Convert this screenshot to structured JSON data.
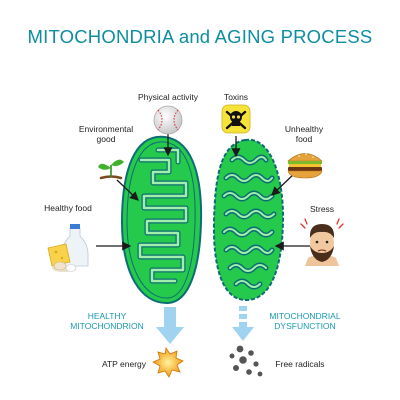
{
  "title": "MITOCHONDRIA and AGING PROCESS",
  "factors": {
    "physical_activity": "Physical activity",
    "environmental_good": [
      "Environmental",
      "good"
    ],
    "healthy_food": "Healthy food",
    "toxins": "Toxins",
    "unhealthy_food": [
      "Unhealthy",
      "food"
    ],
    "stress": "Stress"
  },
  "captions": {
    "healthy": [
      "HEALTHY",
      "MITOCHONDRION"
    ],
    "dysfunction": [
      "MITOCHONDRIAL",
      "DYSFUNCTION"
    ]
  },
  "outputs": {
    "atp": "ATP energy",
    "free_radicals": "Free radicals"
  },
  "colors": {
    "title": "#0d8ea0",
    "mito_fill": "#25c94c",
    "mito_outline": "#0d6d74",
    "cristae": "#9ff0a8",
    "flow_arrow": "#9fd3ef"
  }
}
